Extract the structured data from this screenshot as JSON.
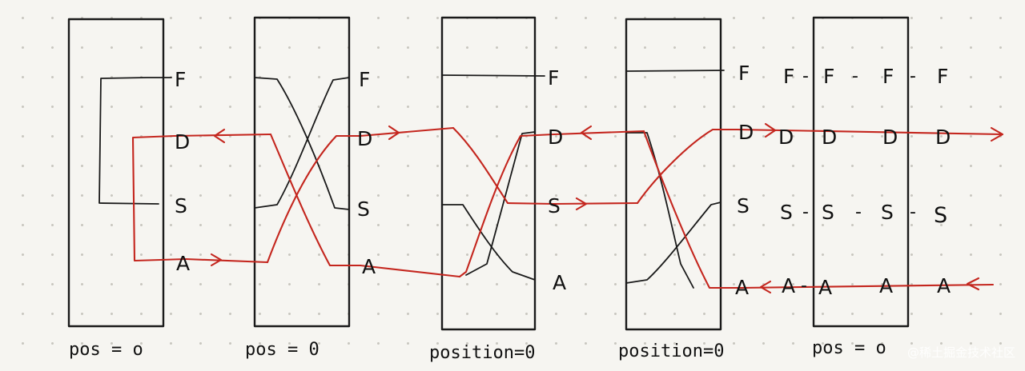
{
  "diagram": {
    "captions": [
      "pos = o",
      "pos = 0",
      "position=0",
      "position=0",
      "pos = o"
    ],
    "pins": {
      "box1": [
        "F",
        "D",
        "S",
        "A"
      ],
      "box2": [
        "F",
        "D",
        "S",
        "A"
      ],
      "box3": [
        "F",
        "D",
        "S",
        "A"
      ],
      "box4": [
        "F",
        "D",
        "S",
        "A"
      ]
    },
    "chain": {
      "row_f": [
        "F",
        "F",
        "F",
        "F"
      ],
      "row_d": [
        "D",
        "D",
        "D",
        "D"
      ],
      "row_s": [
        "S",
        "S",
        "S",
        "S"
      ],
      "row_a": [
        "A",
        "A",
        "A",
        "A"
      ]
    },
    "dash_symbol": "-"
  },
  "watermark": "@稀土掘金技术社区",
  "colors": {
    "ink": "#1a1a1a",
    "signal": "#c4261e",
    "paper": "#f6f5f1"
  }
}
